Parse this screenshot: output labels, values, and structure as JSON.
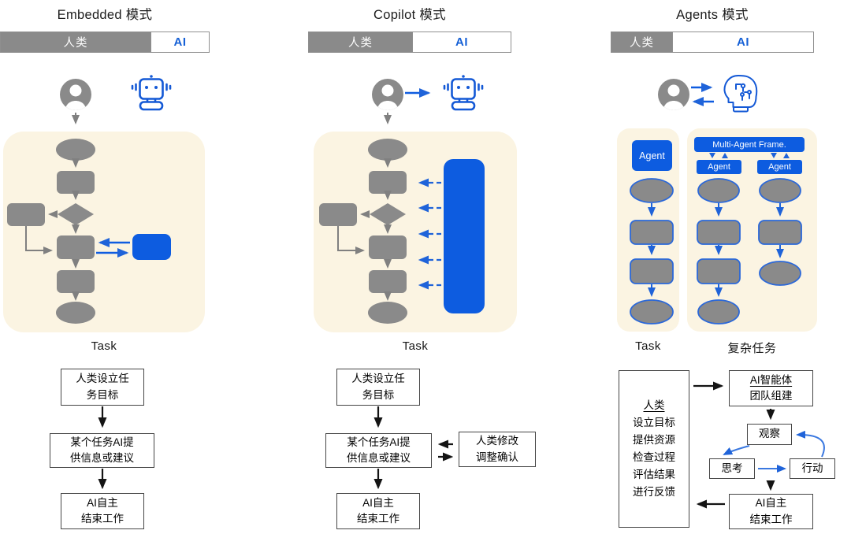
{
  "colors": {
    "accent_blue": "#0d5ce0",
    "human_gray": "#8a8a8a",
    "panel_beige": "#fbf4e2",
    "ai_text_blue": "#1560d6",
    "arrow_gray": "#808080",
    "arrow_black": "#141414",
    "loop_blue": "#3a78e0"
  },
  "icons": {
    "human": "person-icon",
    "assistant": "robot-icon",
    "agent_brain": "ai-head-icon"
  },
  "col1": {
    "title": "Embedded 模式",
    "bar": {
      "human": "人类",
      "ai": "AI"
    },
    "task_label": "Task",
    "steps": {
      "s1_l1": "人类设立任",
      "s1_l2": "务目标",
      "s2_l1": "某个任务AI提",
      "s2_l2": "供信息或建议",
      "s3_l1": "AI自主",
      "s3_l2": "结束工作"
    }
  },
  "col2": {
    "title": "Copilot 模式",
    "bar": {
      "human": "人类",
      "ai": "AI"
    },
    "task_label": "Task",
    "steps": {
      "s1_l1": "人类设立任",
      "s1_l2": "务目标",
      "s2_l1": "某个任务AI提",
      "s2_l2": "供信息或建议",
      "s3_l1": "AI自主",
      "s3_l2": "结束工作",
      "side_l1": "人类修改",
      "side_l2": "调整确认"
    }
  },
  "col3": {
    "title": "Agents 模式",
    "bar": {
      "human": "人类",
      "ai": "AI"
    },
    "single_agent_label": "Agent",
    "multi_frame_label": "Multi-Agent Frame.",
    "agent_left_label": "Agent",
    "agent_right_label": "Agent",
    "task_label": "Task",
    "complex_task_label": "复杂任务",
    "flow": {
      "human_title": "人类",
      "human_lines": [
        "设立目标",
        "提供资源",
        "检查过程",
        "评估结果",
        "进行反馈"
      ],
      "team_l1": "AI智能体",
      "team_l2": "团队组建",
      "observe": "观察",
      "think": "思考",
      "act": "行动",
      "end_l1": "AI自主",
      "end_l2": "结束工作"
    }
  }
}
